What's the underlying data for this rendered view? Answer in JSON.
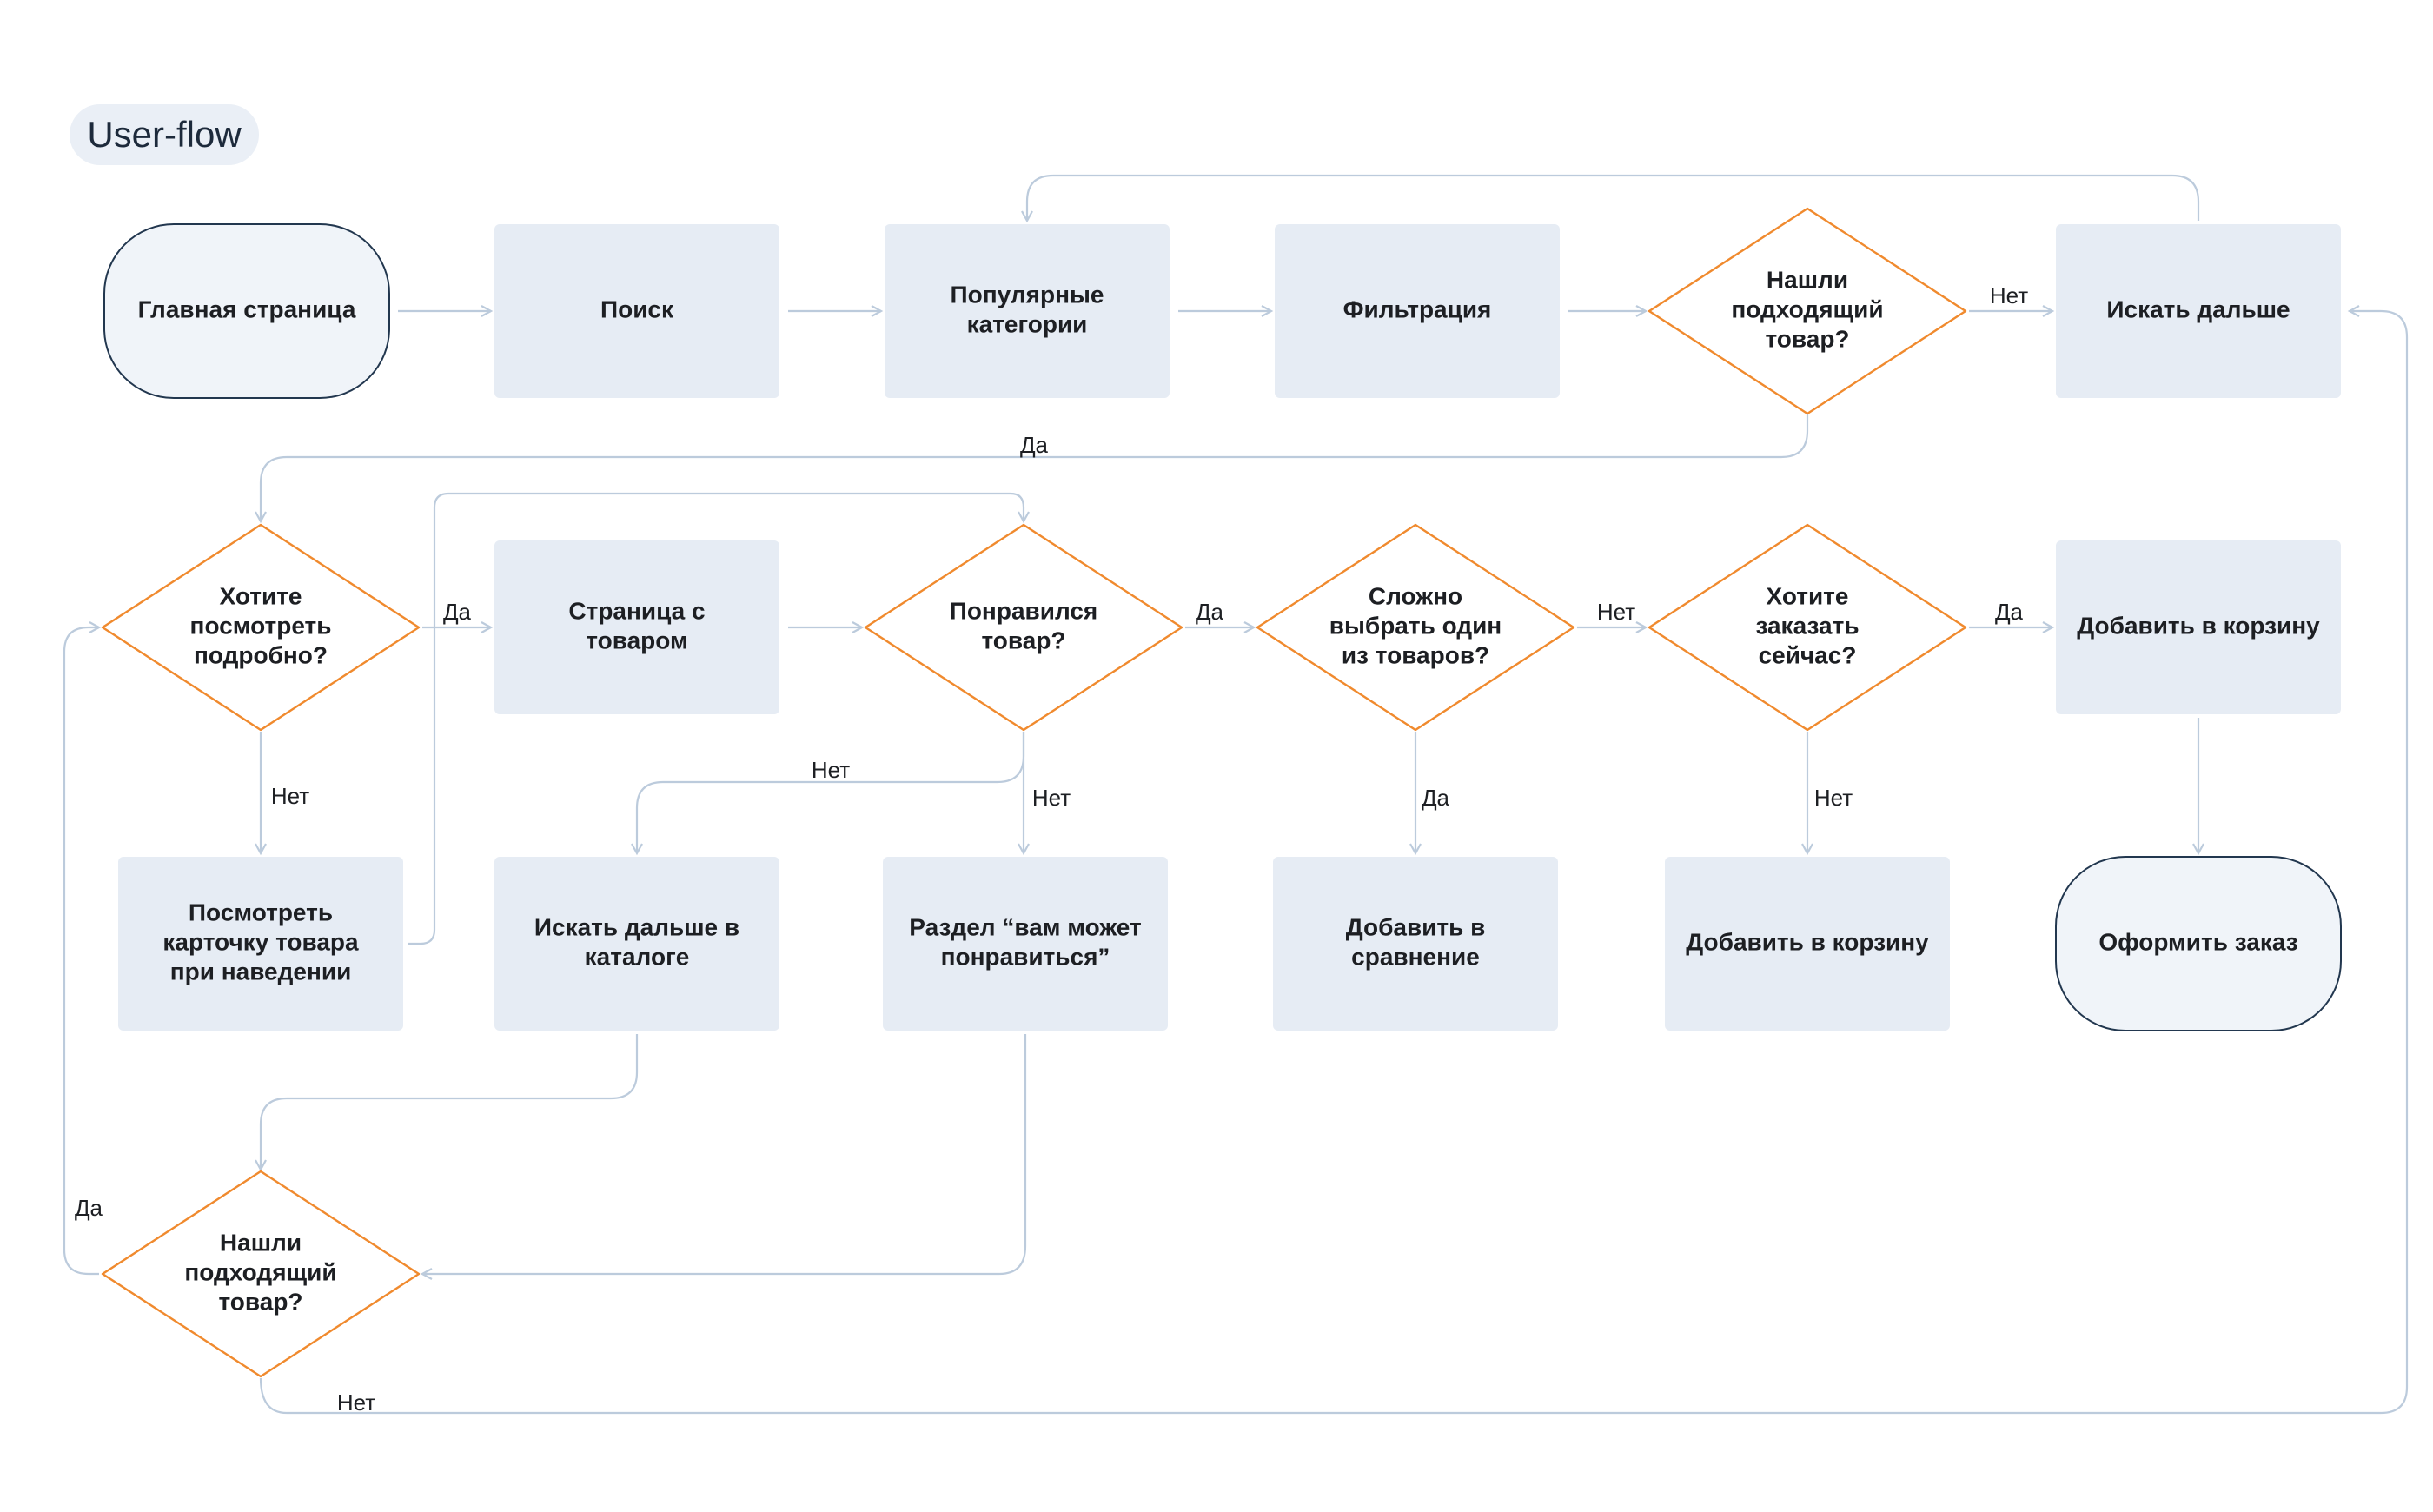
{
  "title": "User-flow",
  "colors": {
    "rect_fill": "#e6ecf4",
    "terminal_fill": "#f0f4f9",
    "terminal_stroke": "#22374f",
    "decision_stroke": "#f08a2e",
    "connector": "#bccbdc",
    "text": "#1d1f23"
  },
  "nodes": [
    {
      "id": "home",
      "shape": "terminal",
      "lines": [
        "Главная страница"
      ]
    },
    {
      "id": "search",
      "shape": "process",
      "lines": [
        "Поиск"
      ]
    },
    {
      "id": "popular",
      "shape": "process",
      "lines": [
        "Популярные",
        "категории"
      ]
    },
    {
      "id": "filter",
      "shape": "process",
      "lines": [
        "Фильтрация"
      ]
    },
    {
      "id": "found1",
      "shape": "decision",
      "lines": [
        "Нашли",
        "подходящий",
        "товар?"
      ]
    },
    {
      "id": "search_more",
      "shape": "process",
      "lines": [
        "Искать дальше"
      ]
    },
    {
      "id": "details",
      "shape": "decision",
      "lines": [
        "Хотите",
        "посмотреть",
        "подробно?"
      ]
    },
    {
      "id": "product_page",
      "shape": "process",
      "lines": [
        "Страница с",
        "товаром"
      ]
    },
    {
      "id": "liked",
      "shape": "decision",
      "lines": [
        "Понравился",
        "товар?"
      ]
    },
    {
      "id": "hard_choice",
      "shape": "decision",
      "lines": [
        "Сложно",
        "выбрать один",
        "из товаров?"
      ]
    },
    {
      "id": "order_now",
      "shape": "decision",
      "lines": [
        "Хотите",
        "заказать",
        "сейчас?"
      ]
    },
    {
      "id": "add_cart1",
      "shape": "process",
      "lines": [
        "Добавить в корзину"
      ]
    },
    {
      "id": "hover_card",
      "shape": "process",
      "lines": [
        "Посмотреть",
        "карточку товара",
        "при наведении"
      ]
    },
    {
      "id": "catalog",
      "shape": "process",
      "lines": [
        "Искать дальше в",
        "каталоге"
      ]
    },
    {
      "id": "may_like",
      "shape": "process",
      "lines": [
        "Раздел “вам может",
        "понравиться”"
      ]
    },
    {
      "id": "compare",
      "shape": "process",
      "lines": [
        "Добавить в",
        "сравнение"
      ]
    },
    {
      "id": "add_cart2",
      "shape": "process",
      "lines": [
        "Добавить в корзину"
      ]
    },
    {
      "id": "checkout",
      "shape": "terminal",
      "lines": [
        "Оформить заказ"
      ]
    },
    {
      "id": "found2",
      "shape": "decision",
      "lines": [
        "Нашли",
        "подходящий",
        "товар?"
      ]
    }
  ],
  "edges": [
    {
      "id": "home-search",
      "from": "home",
      "to": "search",
      "label": ""
    },
    {
      "id": "search-popular",
      "from": "search",
      "to": "popular",
      "label": ""
    },
    {
      "id": "popular-filter",
      "from": "popular",
      "to": "filter",
      "label": ""
    },
    {
      "id": "filter-found1",
      "from": "filter",
      "to": "found1",
      "label": ""
    },
    {
      "id": "found1-searchmore",
      "from": "found1",
      "to": "search_more",
      "label": "Нет"
    },
    {
      "id": "searchmore-popular",
      "from": "search_more",
      "to": "popular",
      "label": ""
    },
    {
      "id": "found1-details",
      "from": "found1",
      "to": "details",
      "label": "Да"
    },
    {
      "id": "details-product",
      "from": "details",
      "to": "product_page",
      "label": "Да"
    },
    {
      "id": "details-hover",
      "from": "details",
      "to": "hover_card",
      "label": "Нет"
    },
    {
      "id": "hover-liked",
      "from": "hover_card",
      "to": "liked",
      "label": ""
    },
    {
      "id": "product-liked",
      "from": "product_page",
      "to": "liked",
      "label": ""
    },
    {
      "id": "liked-hard",
      "from": "liked",
      "to": "hard_choice",
      "label": "Да"
    },
    {
      "id": "liked-catalog",
      "from": "liked",
      "to": "catalog",
      "label": "Нет"
    },
    {
      "id": "liked-maylike",
      "from": "liked",
      "to": "may_like",
      "label": "Нет"
    },
    {
      "id": "hard-ordernow",
      "from": "hard_choice",
      "to": "order_now",
      "label": "Нет"
    },
    {
      "id": "hard-compare",
      "from": "hard_choice",
      "to": "compare",
      "label": "Да"
    },
    {
      "id": "ordernow-cart1",
      "from": "order_now",
      "to": "add_cart1",
      "label": "Да"
    },
    {
      "id": "ordernow-cart2",
      "from": "order_now",
      "to": "add_cart2",
      "label": "Нет"
    },
    {
      "id": "cart1-checkout",
      "from": "add_cart1",
      "to": "checkout",
      "label": ""
    },
    {
      "id": "catalog-found2",
      "from": "catalog",
      "to": "found2",
      "label": ""
    },
    {
      "id": "maylike-found2",
      "from": "may_like",
      "to": "found2",
      "label": ""
    },
    {
      "id": "found2-details",
      "from": "found2",
      "to": "details",
      "label": "Да"
    },
    {
      "id": "found2-searchmore",
      "from": "found2",
      "to": "search_more",
      "label": "Нет"
    }
  ]
}
